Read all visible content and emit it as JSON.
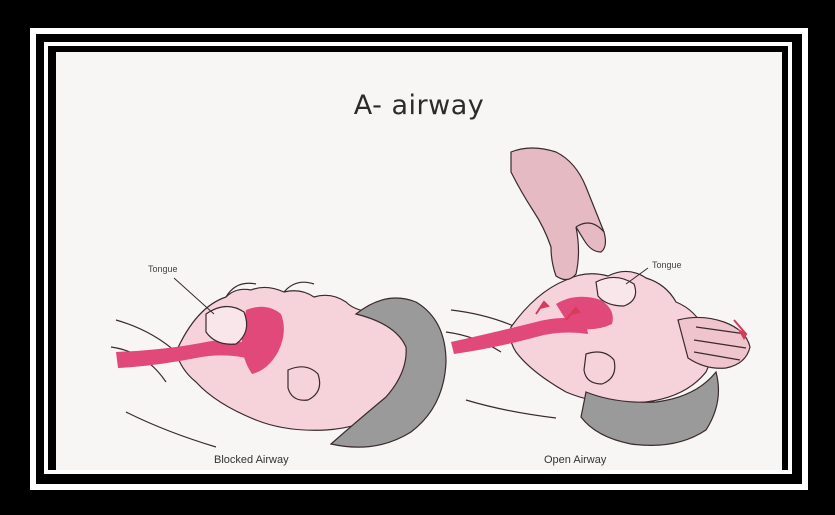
{
  "title": "A- airway",
  "left_figure": {
    "tongue_label": "Tongue",
    "caption": "Blocked Airway"
  },
  "right_figure": {
    "tongue_label": "Tongue",
    "caption": "Open Airway"
  },
  "colors": {
    "skin": "#f6d3db",
    "skin_outline": "#3a2a2e",
    "airway_pink": "#e0497a",
    "hair_gray": "#9a9a9a",
    "arrow_red": "#d83a5a"
  }
}
